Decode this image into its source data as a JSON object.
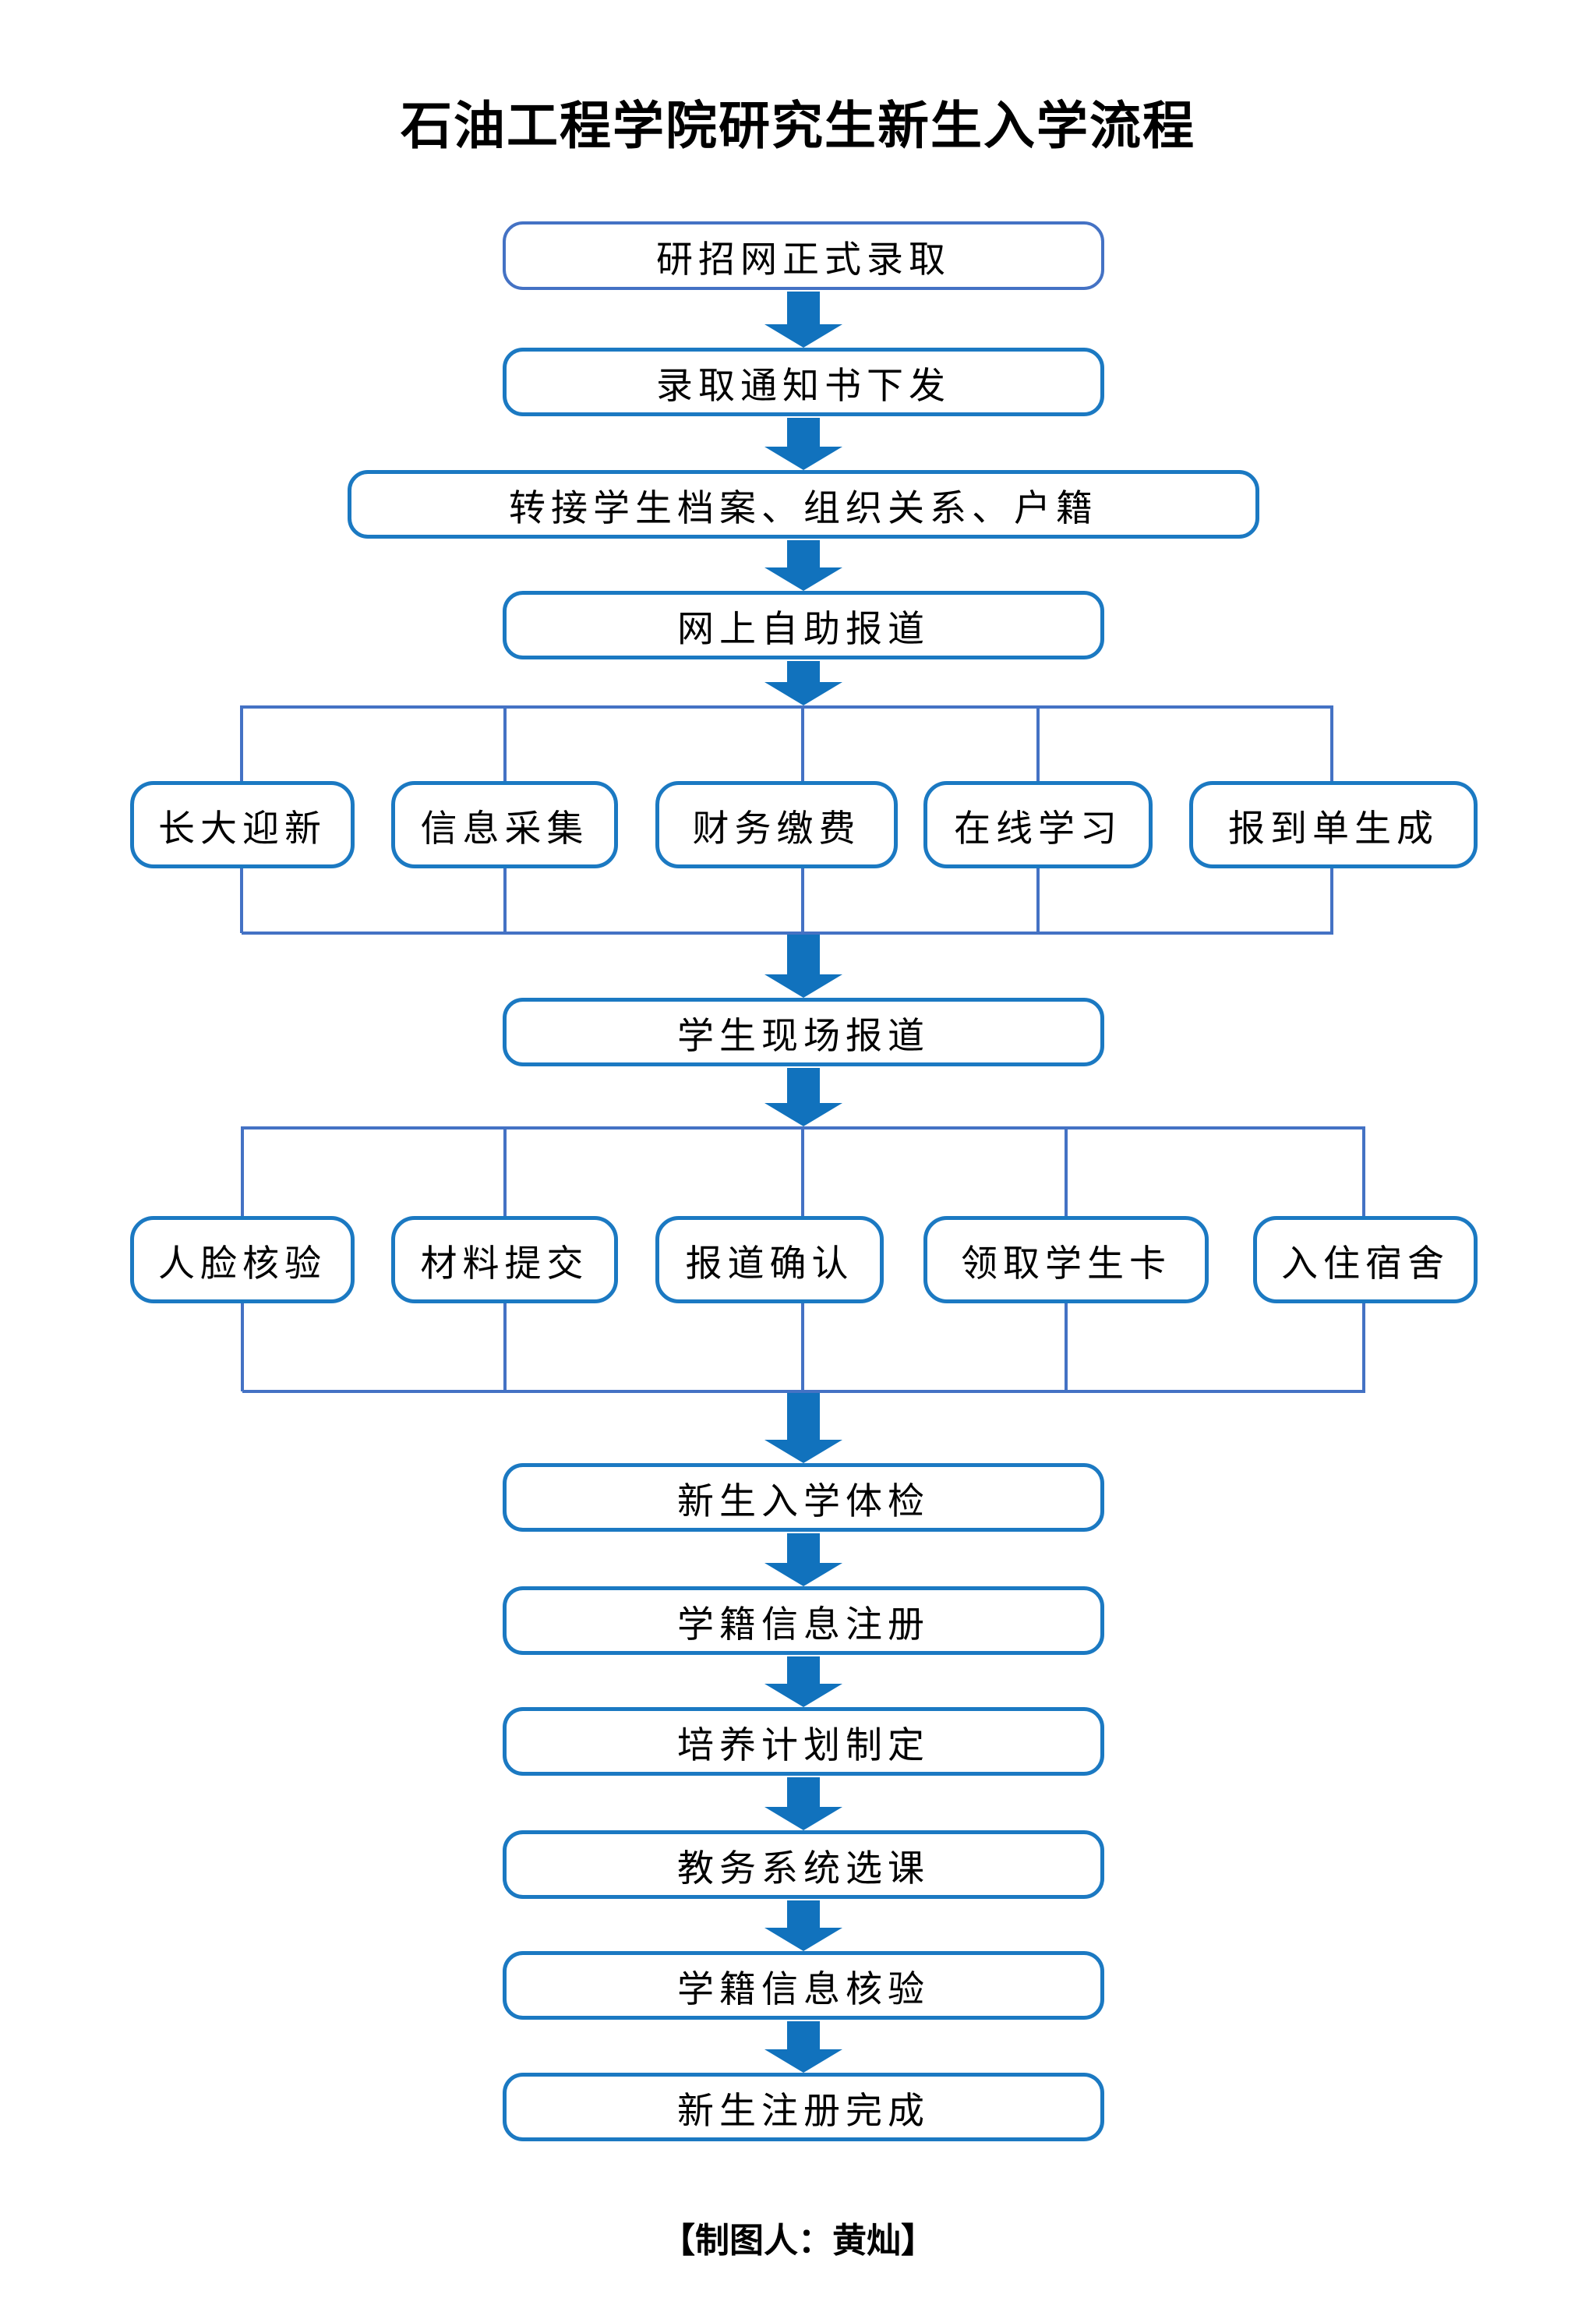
{
  "title": "石油工程学院研究生新生入学流程",
  "footer": "【制图人：黄灿】",
  "colors": {
    "rail": "#4472C4",
    "border": "#1B79C2",
    "arrow": "#1172BD",
    "text": "#000000"
  },
  "flow": {
    "steps": [
      "研招网正式录取",
      "录取通知书下发",
      "转接学生档案、组织关系、户籍",
      "网上自助报道",
      "学生现场报道",
      "新生入学体检",
      "学籍信息注册",
      "培养计划制定",
      "教务系统选课",
      "学籍信息核验",
      "新生注册完成"
    ],
    "branch1": [
      "长大迎新",
      "信息采集",
      "财务缴费",
      "在线学习",
      "报到单生成"
    ],
    "branch2": [
      "人脸核验",
      "材料提交",
      "报道确认",
      "领取学生卡",
      "入住宿舍"
    ]
  }
}
